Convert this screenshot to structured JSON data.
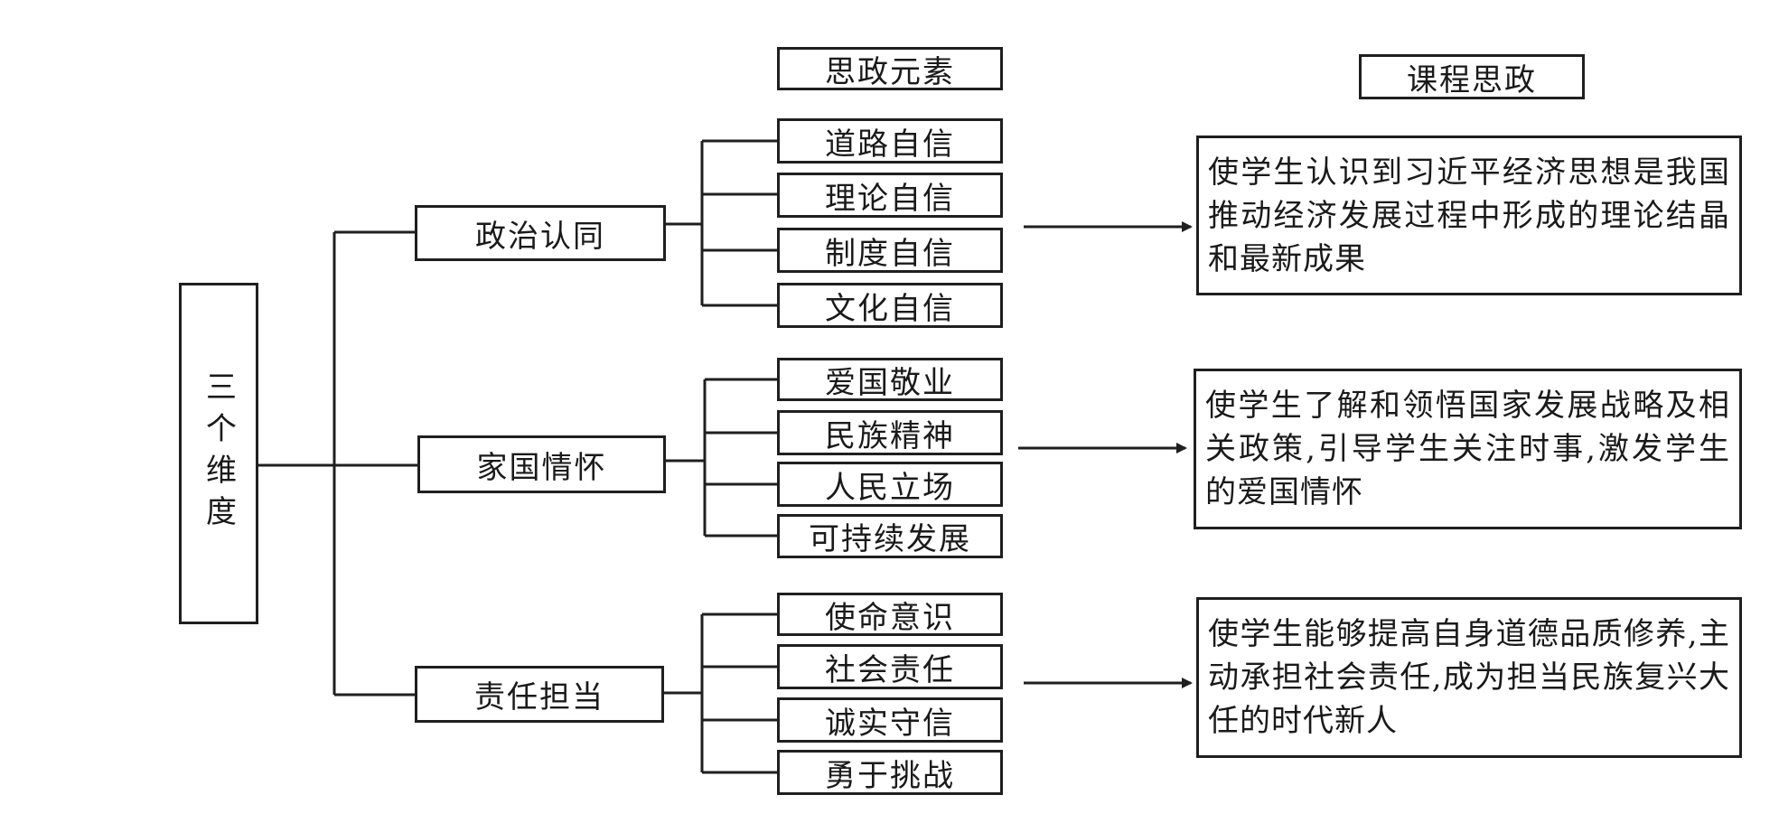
{
  "headers": {
    "elements": "思政元素",
    "course": "课程思政"
  },
  "root": {
    "label": "三个维度"
  },
  "dimensions": [
    {
      "label": "政治认同",
      "elements": [
        "道路自信",
        "理论自信",
        "制度自信",
        "文化自信"
      ],
      "description": "使学生认识到习近平经济思想是我国推动经济发展过程中形成的理论结晶和最新成果"
    },
    {
      "label": "家国情怀",
      "elements": [
        "爱国敬业",
        "民族精神",
        "人民立场",
        "可持续发展"
      ],
      "description": "使学生了解和领悟国家发展战略及相关政策,引导学生关注时事,激发学生的爱国情怀"
    },
    {
      "label": "责任担当",
      "elements": [
        "使命意识",
        "社会责任",
        "诚实守信",
        "勇于挑战"
      ],
      "description": "使学生能够提高自身道德品质修养,主动承担社会责任,成为担当民族复兴大任的时代新人"
    }
  ]
}
